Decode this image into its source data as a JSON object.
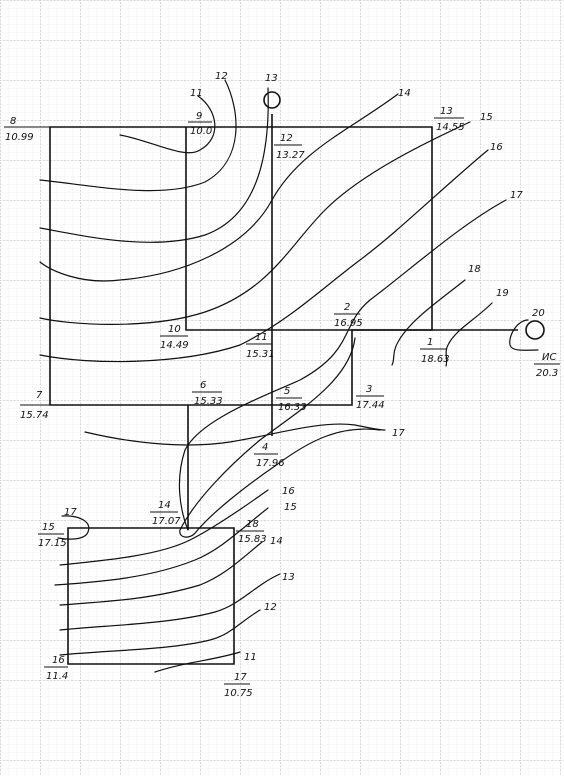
{
  "points": [
    {
      "num": "8",
      "elev": "10.99"
    },
    {
      "num": "9",
      "elev": "10.0"
    },
    {
      "num": "12",
      "elev": "13.27"
    },
    {
      "num": "13",
      "elev": "14.55"
    },
    {
      "num": "10",
      "elev": "14.49"
    },
    {
      "num": "11",
      "elev": "15.31"
    },
    {
      "num": "2",
      "elev": "16.95"
    },
    {
      "num": "1",
      "elev": "18.63"
    },
    {
      "num": "ИС",
      "elev": "20.3"
    },
    {
      "num": "7",
      "elev": "15.74"
    },
    {
      "num": "6",
      "elev": "15.33"
    },
    {
      "num": "5",
      "elev": "16.33"
    },
    {
      "num": "3",
      "elev": "17.44"
    },
    {
      "num": "4",
      "elev": "17.96"
    },
    {
      "num": "14",
      "elev": "17.07"
    },
    {
      "num": "15",
      "elev": "17.15"
    },
    {
      "num": "18",
      "elev": "15.83"
    },
    {
      "num": "16",
      "elev": "11.4"
    },
    {
      "num": "17",
      "elev": "10.75"
    }
  ],
  "contours": [
    "11",
    "12",
    "13",
    "14",
    "15",
    "16",
    "17",
    "18",
    "19",
    "20",
    "17",
    "17",
    "16",
    "15",
    "14",
    "13",
    "12",
    "11"
  ],
  "colors": {
    "ink": "#111111",
    "grid_minor": "#c9c9c9",
    "grid_major": "#9a9a9a",
    "paper": "#ffffff"
  }
}
